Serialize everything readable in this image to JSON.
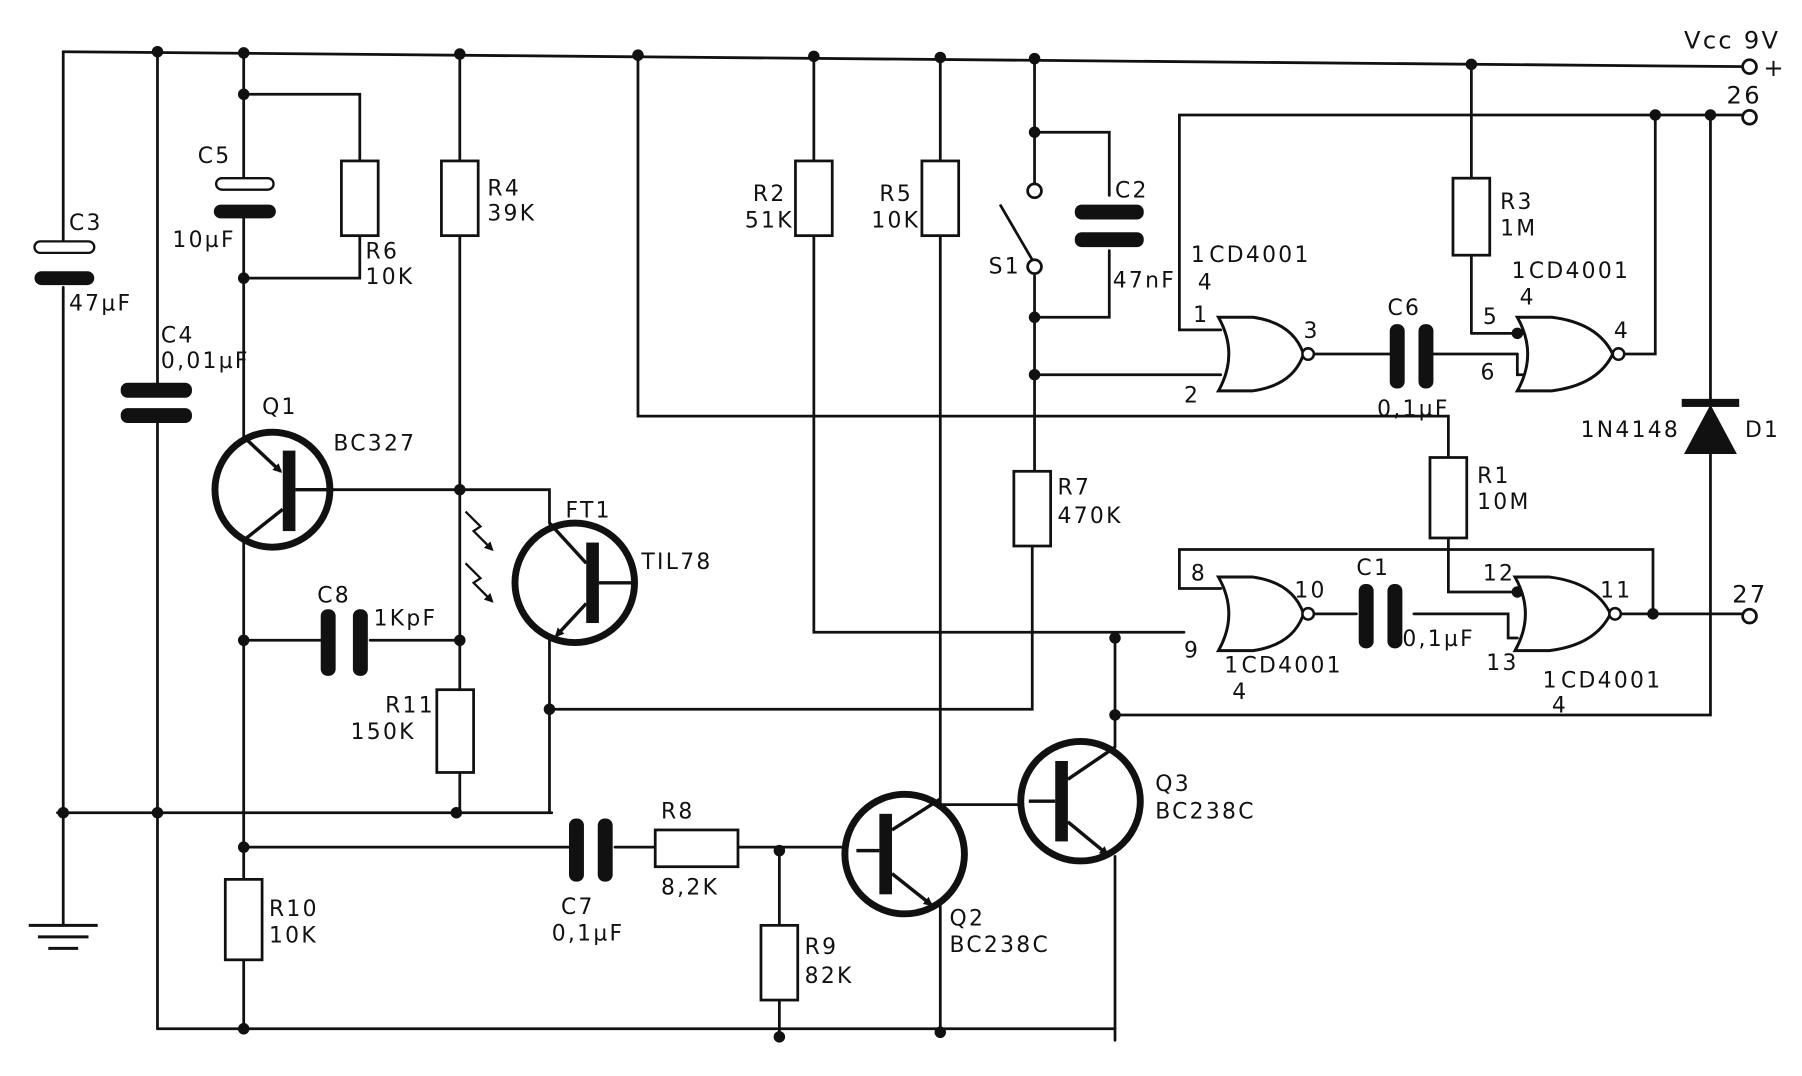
{
  "supply": {
    "vcc": "Vcc 9V",
    "plus": "+",
    "node26": "26",
    "node27": "27"
  },
  "capacitors": {
    "c1": {
      "name": "C1",
      "value": "0,1µF"
    },
    "c2": {
      "name": "C2",
      "value": "47nF"
    },
    "c3": {
      "name": "C3",
      "value": "47µF"
    },
    "c4": {
      "name": "C4",
      "value": "0,01µF"
    },
    "c5": {
      "name": "C5",
      "value": "10µF"
    },
    "c6": {
      "name": "C6",
      "value": "0,1µF"
    },
    "c7": {
      "name": "C7",
      "value": "0,1µF"
    },
    "c8": {
      "name": "C8",
      "value": "1KpF"
    }
  },
  "resistors": {
    "r1": {
      "name": "R1",
      "value": "10M"
    },
    "r2": {
      "name": "R2",
      "value": "51K"
    },
    "r3": {
      "name": "R3",
      "value": "1M"
    },
    "r4": {
      "name": "R4",
      "value": "39K"
    },
    "r5": {
      "name": "R5",
      "value": "10K"
    },
    "r6": {
      "name": "R6",
      "value": "10K"
    },
    "r7": {
      "name": "R7",
      "value": "470K"
    },
    "r8": {
      "name": "R8",
      "value": "8,2K"
    },
    "r9": {
      "name": "R9",
      "value": "82K"
    },
    "r10": {
      "name": "R10",
      "value": "10K"
    },
    "r11": {
      "name": "R11",
      "value": "150K"
    }
  },
  "transistors": {
    "q1": {
      "name": "Q1",
      "type": "BC327"
    },
    "q2": {
      "name": "Q2",
      "type": "BC238C"
    },
    "q3": {
      "name": "Q3",
      "type": "BC238C"
    },
    "ft1": {
      "name": "FT1",
      "type": "TIL78"
    }
  },
  "diode": {
    "name": "D1",
    "type": "1N4148"
  },
  "switch": {
    "name": "S1"
  },
  "gates": {
    "g1": {
      "frac_num": "1",
      "frac_den": "4",
      "ic": "CD4001",
      "pin_a": "1",
      "pin_b": "2",
      "pin_out": "3"
    },
    "g2": {
      "frac_num": "1",
      "frac_den": "4",
      "ic": "CD4001",
      "pin_a": "5",
      "pin_b": "6",
      "pin_out": "4"
    },
    "g3": {
      "frac_num": "1",
      "frac_den": "4",
      "ic": "CD4001",
      "pin_a": "8",
      "pin_b": "9",
      "pin_out": "10"
    },
    "g4": {
      "frac_num": "1",
      "frac_den": "4",
      "ic": "CD4001",
      "pin_a": "12",
      "pin_b": "13",
      "pin_out": "11"
    }
  }
}
